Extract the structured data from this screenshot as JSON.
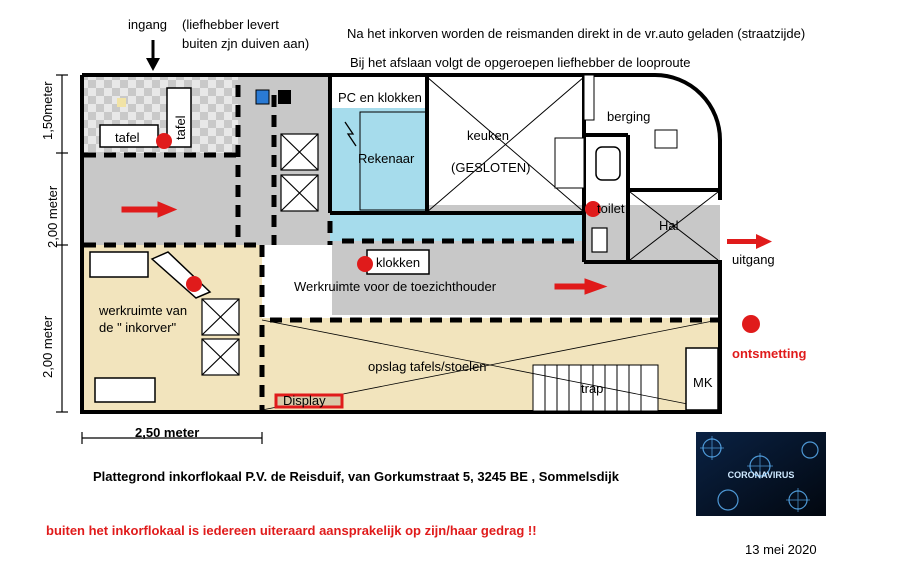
{
  "top_notes": {
    "ingang": "ingang",
    "ingang_note_1": "(liefhebber levert",
    "ingang_note_2": "buiten zjn duiven aan)",
    "note_1": "Na het inkorven worden de reismanden direkt in de vr.auto geladen (straatzijde)",
    "note_2": "Bij het afslaan volgt de opgeroepen liefhebber de looproute"
  },
  "dimensions": {
    "d1": "1,50meter",
    "d2": "2,00 meter",
    "d3": "2,00 meter",
    "d4": "2,50 meter"
  },
  "rooms": {
    "tafel_1": "tafel",
    "tafel_2": "tafel",
    "pc_klokken": "PC en klokken",
    "rekenaar": "Rekenaar",
    "keuken": "keuken",
    "gesloten": "(GESLOTEN)",
    "berging": "berging",
    "toilet": "toilet",
    "hal": "Hal",
    "klokken": "klokken",
    "werkruimte_toezicht": "Werkruimte voor de toezichthouder",
    "werkruimte_inkorver_1": "werkruimte van",
    "werkruimte_inkorver_2": "de \" inkorver\"",
    "opslag": "opslag tafels/stoelen",
    "trap": "trap",
    "mk": "MK",
    "display": "Display"
  },
  "labels": {
    "uitgang": "uitgang",
    "ontsmetting": "ontsmetting"
  },
  "footer": {
    "title": "Plattegrond inkorflokaal P.V. de Reisduif, van Gorkumstraat 5, 3245 BE , Sommelsdijk",
    "warning": "buiten het inkorflokaal is iedereen uiteraard aansprakelijk op zijn/haar gedrag !!",
    "date": "13 mei 2020"
  },
  "corona_image": {
    "caption": "CORONAVIRUS"
  },
  "colors": {
    "floor_grey": "#c8c8c8",
    "beige": "#f2e4bd",
    "blue_room": "#a6dcec",
    "marker_red": "#e01b1b",
    "wall": "#000000"
  }
}
